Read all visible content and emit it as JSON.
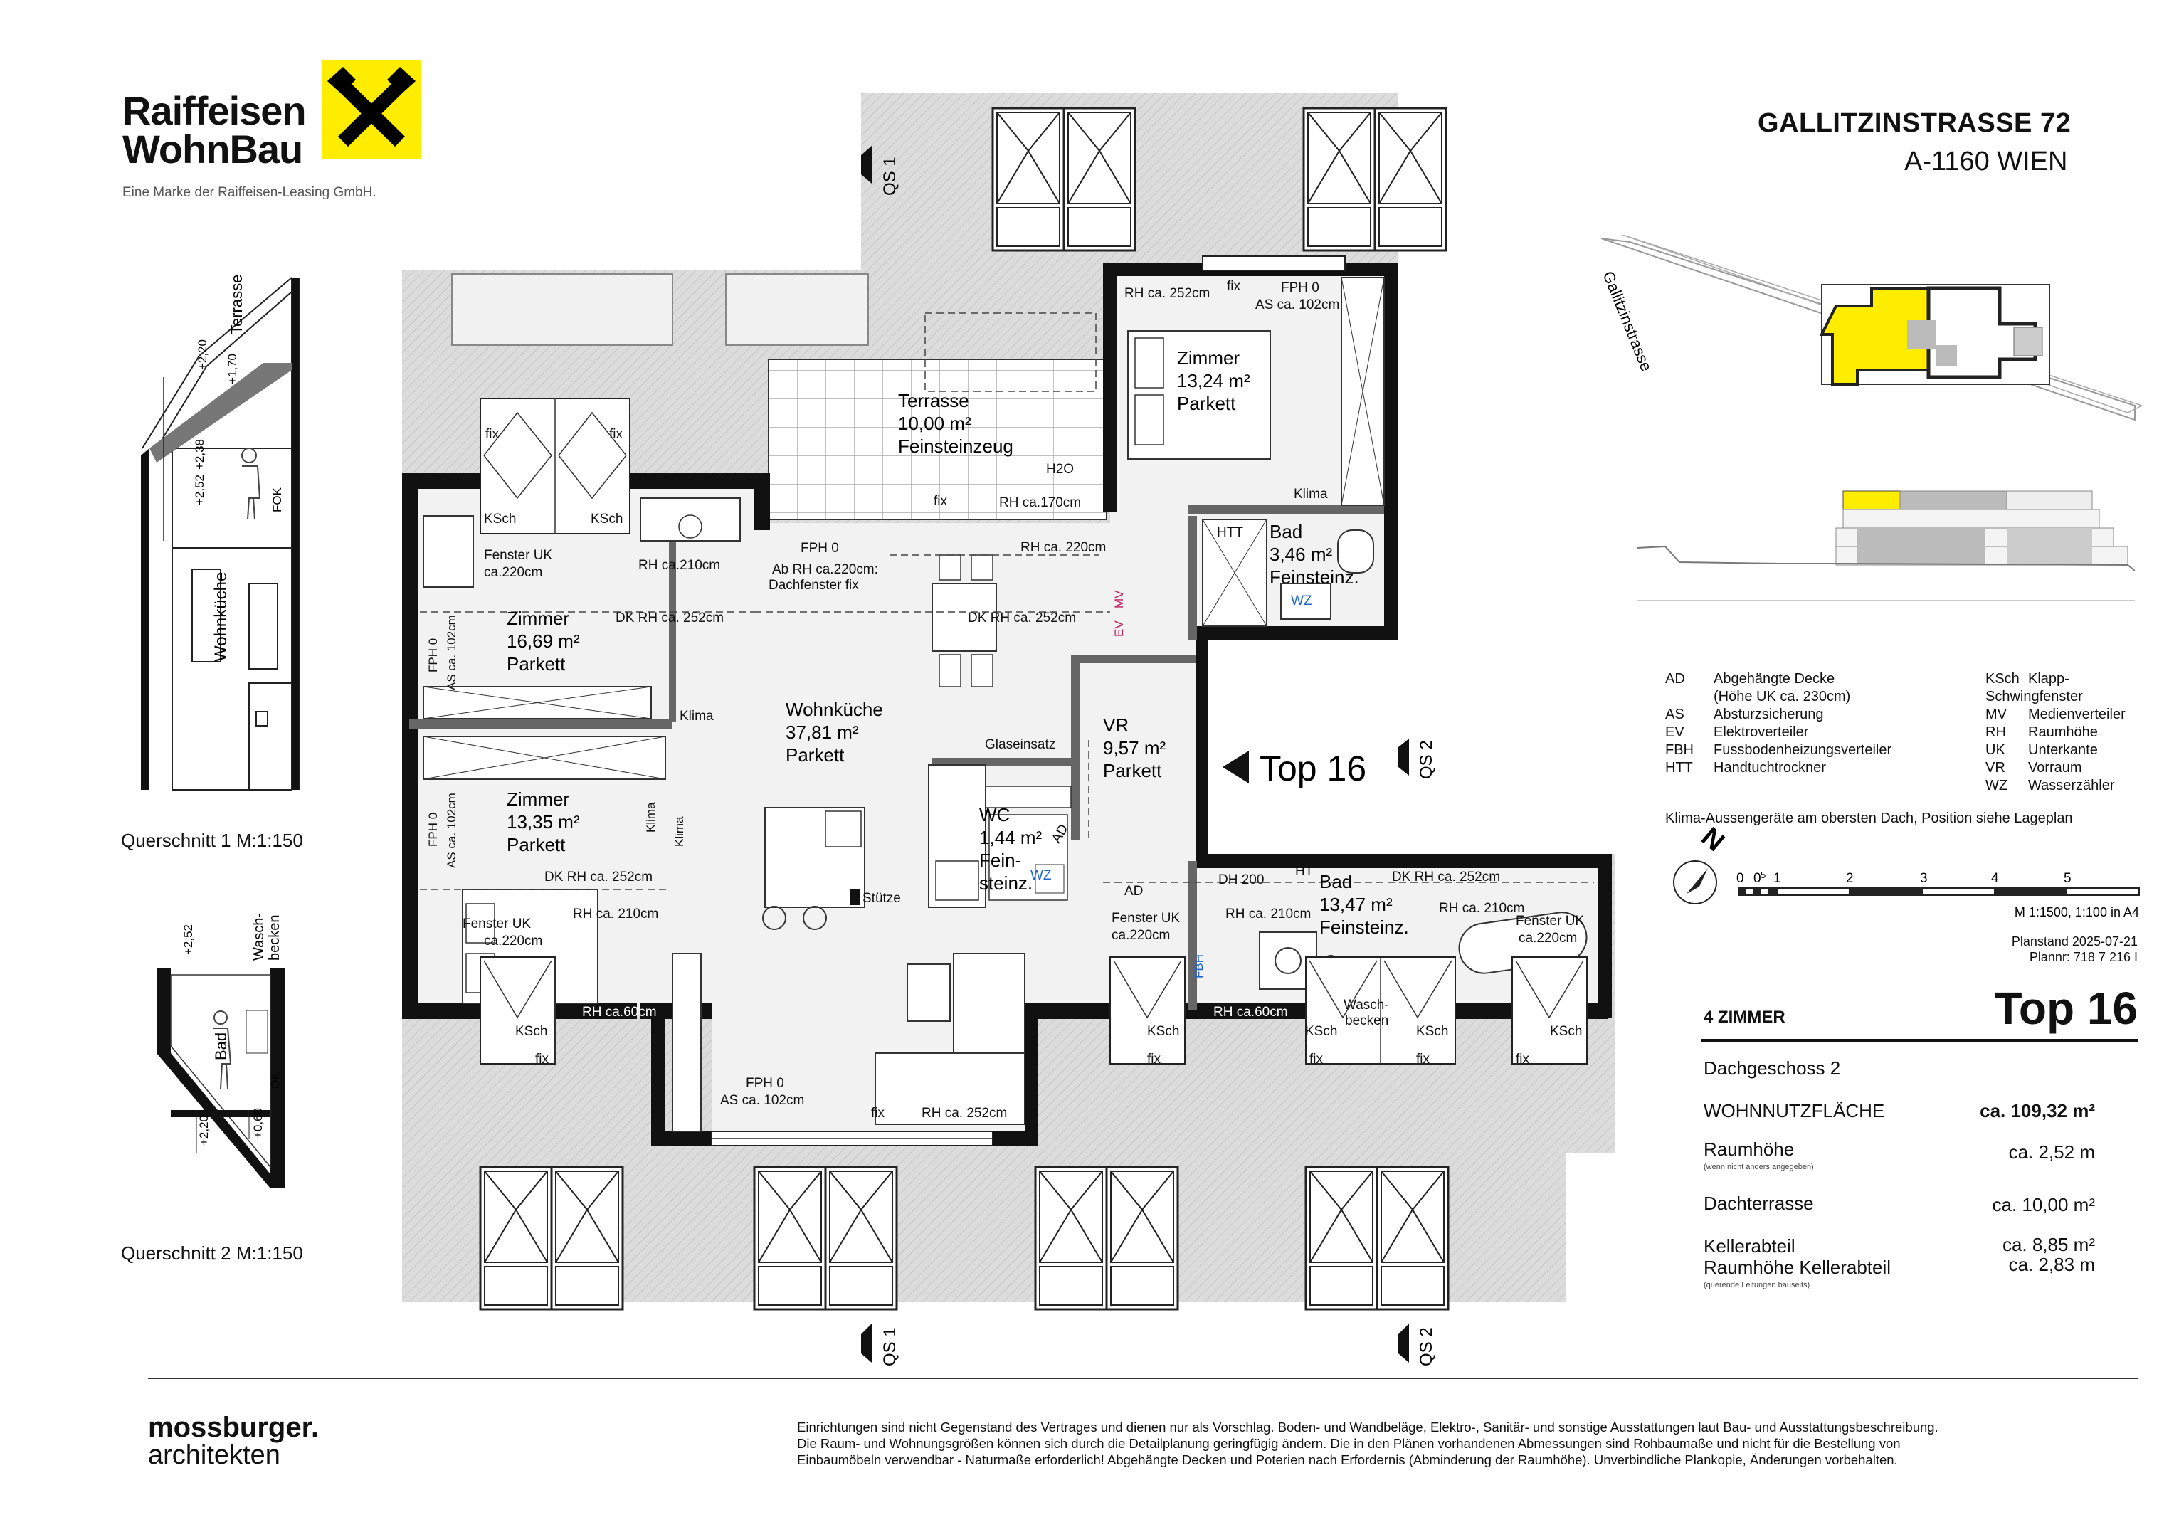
{
  "brand": {
    "name_line1": "Raiffeisen",
    "name_line2": "WohnBau",
    "tagline": "Eine Marke der Raiffeisen-Leasing GmbH.",
    "color_yellow": "#ffed00"
  },
  "address": {
    "street": "GALLITZINSTRASSE 72",
    "city": "A-1160 WIEN"
  },
  "site_plan": {
    "street_label": "Gallitzinstrasse"
  },
  "sections": {
    "qs1": "QS 1",
    "qs2": "QS 2",
    "cut1_label": "Querschnitt 1 M:1:150",
    "cut2_label": "Querschnitt 2 M:1:150",
    "cut1": {
      "terrasse": "Terrasse",
      "h220": "+2,20",
      "h170": "+1,70",
      "h238": "+2,38",
      "h252": "+2,52",
      "fok": "FOK",
      "room": "Wohnküche"
    },
    "cut2": {
      "wasch": "Wasch-",
      "becken": "becken",
      "h252": "+2,52",
      "bad": "Bad",
      "h220": "+2,20",
      "h060": "+0,60",
      "ok": "OK"
    }
  },
  "plan": {
    "rooms": [
      {
        "name": "Terrasse",
        "area": "10,00 m²",
        "floor": "Feinsteinzeug"
      },
      {
        "name": "Zimmer",
        "area": "13,24 m²",
        "floor": "Parkett"
      },
      {
        "name": "Bad",
        "area": "3,46 m²",
        "floor": "Feinsteinz."
      },
      {
        "name": "Zimmer",
        "area": "16,69 m²",
        "floor": "Parkett"
      },
      {
        "name": "Wohnküche",
        "area": "37,81 m²",
        "floor": "Parkett"
      },
      {
        "name": "VR",
        "area": "9,57 m²",
        "floor": "Parkett"
      },
      {
        "name": "Zimmer",
        "area": "13,35 m²",
        "floor": "Parkett"
      },
      {
        "name": "WC",
        "area": "1,44 m²",
        "floor1": "Fein-",
        "floor2": "steinz."
      },
      {
        "name": "Bad",
        "area": "13,47 m²",
        "floor": "Feinsteinz."
      }
    ],
    "top_label": "Top 16",
    "notes": {
      "rh252a": "RH ca. 252cm",
      "fix": "fix",
      "fph0": "FPH 0",
      "as102": "AS ca. 102cm",
      "h2o": "H2O",
      "rh170": "RH ca.170cm",
      "rh220": "RH ca. 220cm",
      "klima": "Klima",
      "htt": "HTT",
      "wz": "WZ",
      "rh60": "RH ca. 60cm",
      "ksch": "KSch",
      "fenster_uk": "Fenster UK",
      "ca220": "ca.220cm",
      "rh210": "RH ca.210cm",
      "ab_rh": "Ab RH ca.220cm:",
      "dachfenster": "Dachfenster fix",
      "dk252": "DK RH ca. 252cm",
      "ev": "EV",
      "mv": "MV",
      "glas": "Glaseinsatz",
      "stuetze": "Stütze",
      "ad": "AD",
      "dh200": "DH 200",
      "ht": "HT",
      "fbh": "FBH",
      "rh210b": "RH ca. 210cm",
      "rh60b": "RH ca.60cm",
      "waschbecken1": "Wasch-",
      "waschbecken2": "becken",
      "rh252b": "RH ca. 252cm"
    }
  },
  "legend": {
    "left": [
      {
        "abbr": "AD",
        "text": "Abgehängte Decke"
      },
      {
        "abbr": "",
        "text": "(Höhe UK ca. 230cm)"
      },
      {
        "abbr": "AS",
        "text": "Absturzsicherung"
      },
      {
        "abbr": "EV",
        "text": "Elektroverteiler"
      },
      {
        "abbr": "FBH",
        "text": "Fussbodenheizungsverteiler"
      },
      {
        "abbr": "HTT",
        "text": "Handtuchtrockner"
      }
    ],
    "right": [
      {
        "abbr": "KSch",
        "text": "Klapp-Schwingfenster"
      },
      {
        "abbr": "MV",
        "text": "Medienverteiler"
      },
      {
        "abbr": "RH",
        "text": "Raumhöhe"
      },
      {
        "abbr": "UK",
        "text": "Unterkante"
      },
      {
        "abbr": "VR",
        "text": "Vorraum"
      },
      {
        "abbr": "WZ",
        "text": "Wasserzähler"
      }
    ],
    "klima_note": "Klima-Aussengeräte am obersten Dach, Position siehe Lageplan"
  },
  "scale": {
    "north": "N",
    "ticks": [
      "0",
      "0",
      "5",
      "1",
      "2",
      "3",
      "4",
      "5"
    ],
    "ratio": "M 1:1500, 1:100 in A4",
    "planstand": "Planstand 2025-07-21",
    "plannr": "Plannr: 718 7 216 I"
  },
  "info": {
    "rooms_count": "4 ZIMMER",
    "top": "Top 16",
    "floor": "Dachgeschoss 2",
    "wnf_label": "WOHNNUTZFLÄCHE",
    "wnf_value": "ca. 109,32 m²",
    "height_label": "Raumhöhe",
    "height_note": "(wenn nicht anders angegeben)",
    "height_value": "ca. 2,52 m",
    "terrace_label": "Dachterrasse",
    "terrace_value": "ca. 10,00 m²",
    "keller_label": "Kellerabteil",
    "keller_value": "ca. 8,85 m²",
    "keller_h_label": "Raumhöhe Kellerabteil",
    "keller_h_value": "ca. 2,83 m",
    "keller_note": "(querende Leitungen bauseits)"
  },
  "footer": {
    "architect1": "mossburger.",
    "architect2": "architekten",
    "disclaimer1": "Einrichtungen sind nicht Gegenstand des Vertrages und dienen nur als Vorschlag. Boden- und Wandbeläge, Elektro-, Sanitär- und sonstige Ausstattungen laut Bau- und Ausstattungsbeschreibung.",
    "disclaimer2": "Die Raum- und Wohnungsgrößen können sich durch die Detailplanung geringfügig ändern. Die in den Plänen vorhandenen Abmessungen sind Rohbaumaße und nicht für die Bestellung von",
    "disclaimer3": "Einbaumöbeln verwendbar - Naturmaße erforderlich! Abgehängte Decken und Poterien nach Erfordernis (Abminderung der Raumhöhe). Unverbindliche Plankopie, Änderungen vorbehalten."
  }
}
